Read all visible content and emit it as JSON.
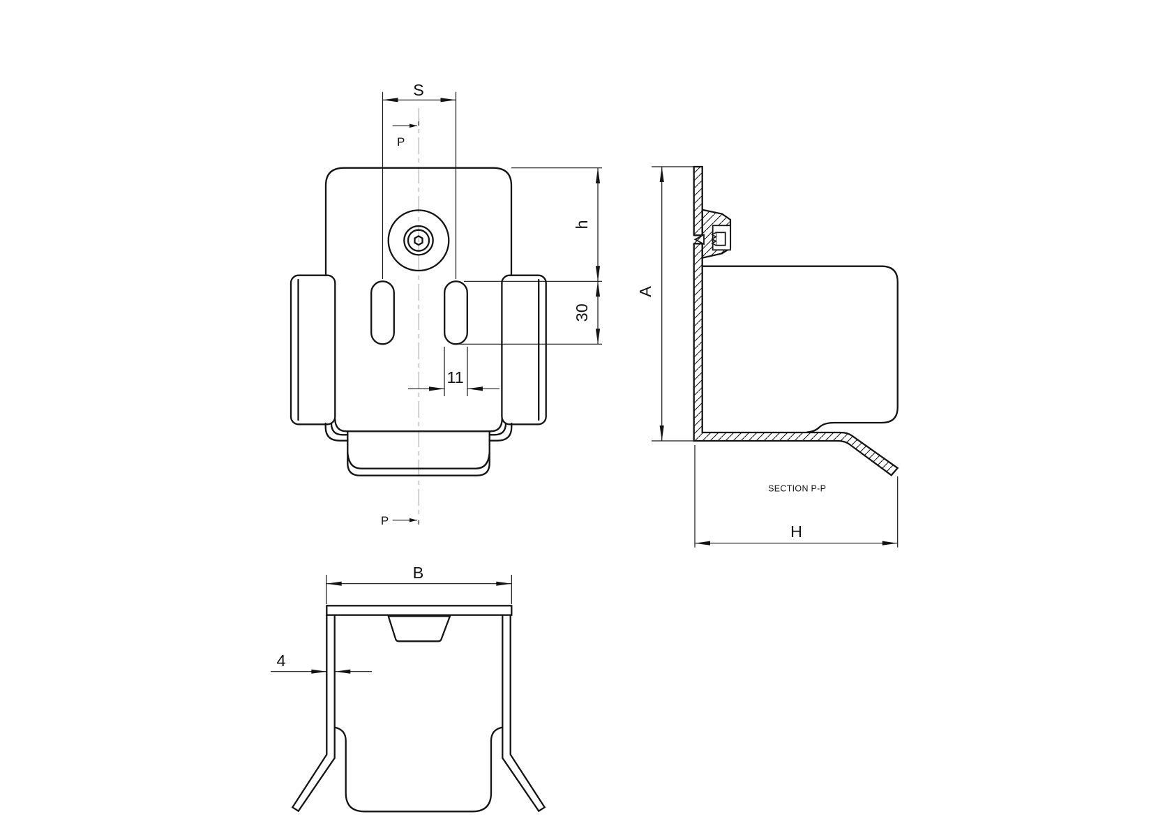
{
  "drawing": {
    "colors": {
      "background": "#ffffff",
      "line": "#141414",
      "centerline": "#999999"
    },
    "front_view": {
      "labels": {
        "s": "S",
        "p_top": "P",
        "p_bottom": "P",
        "h": "h",
        "slot_height": "30",
        "slot_width": "11"
      }
    },
    "section_view": {
      "labels": {
        "a": "A",
        "width": "H",
        "caption": "SECTION P-P"
      }
    },
    "bottom_view": {
      "labels": {
        "b": "B",
        "thickness": "4"
      }
    }
  }
}
